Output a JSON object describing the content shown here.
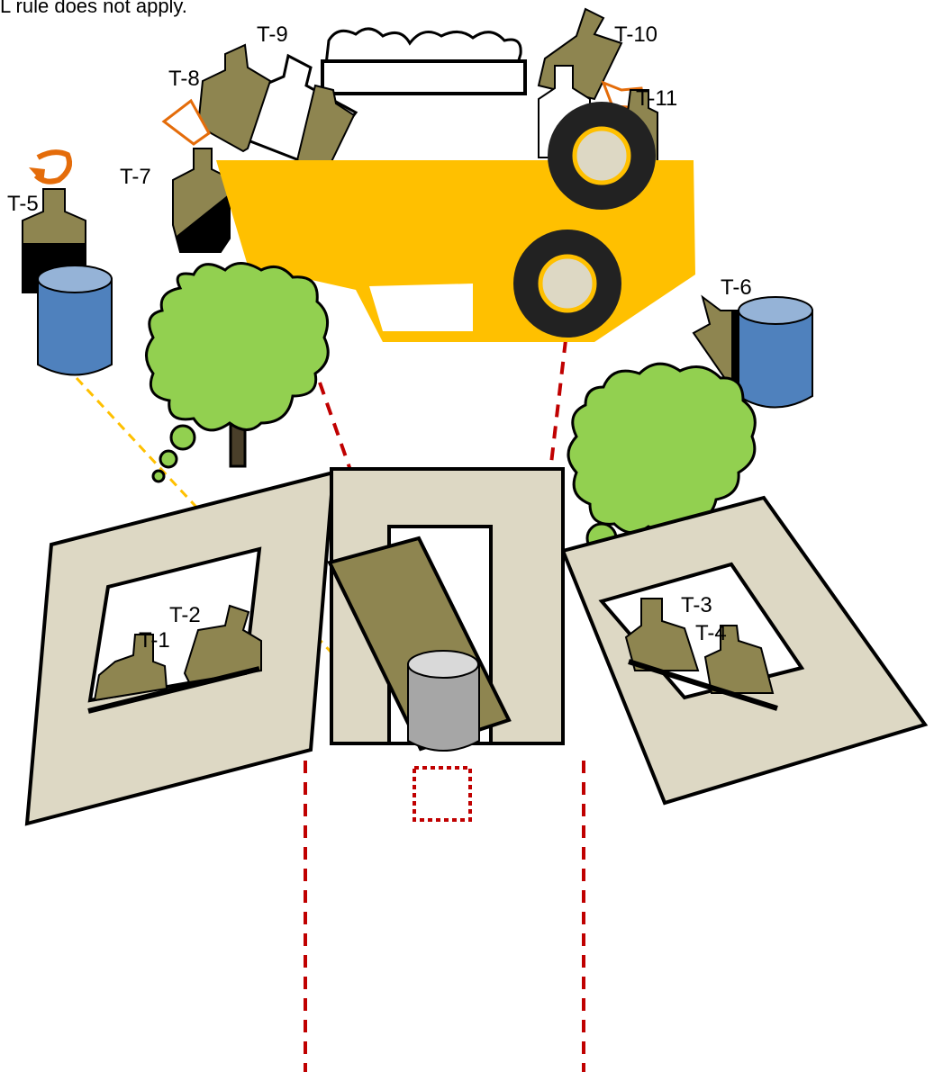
{
  "header": {
    "note": "L rule does not apply."
  },
  "targets": {
    "t1": "T-1",
    "t2": "T-2",
    "t3": "T-3",
    "t4": "T-4",
    "t5": "T-5",
    "t6": "T-6",
    "t7": "T-7",
    "t8": "T-8",
    "t9": "T-9",
    "t10": "T-10",
    "t11": "T-11"
  },
  "colors": {
    "target_tan": "#8E8550",
    "wall": "#DDD8C4",
    "vehicle": "#FFC000",
    "tree": "#92D050",
    "barrel_blue": "#4F81BD",
    "barrel_gray": "#A6A6A6",
    "fault_line": "#C00000",
    "sight_line": "#FFC000",
    "rotate_arrow": "#E46C0A"
  },
  "icons": {
    "rotate": "rotate-arrow-icon",
    "doorknob": "doorknob-icon"
  }
}
